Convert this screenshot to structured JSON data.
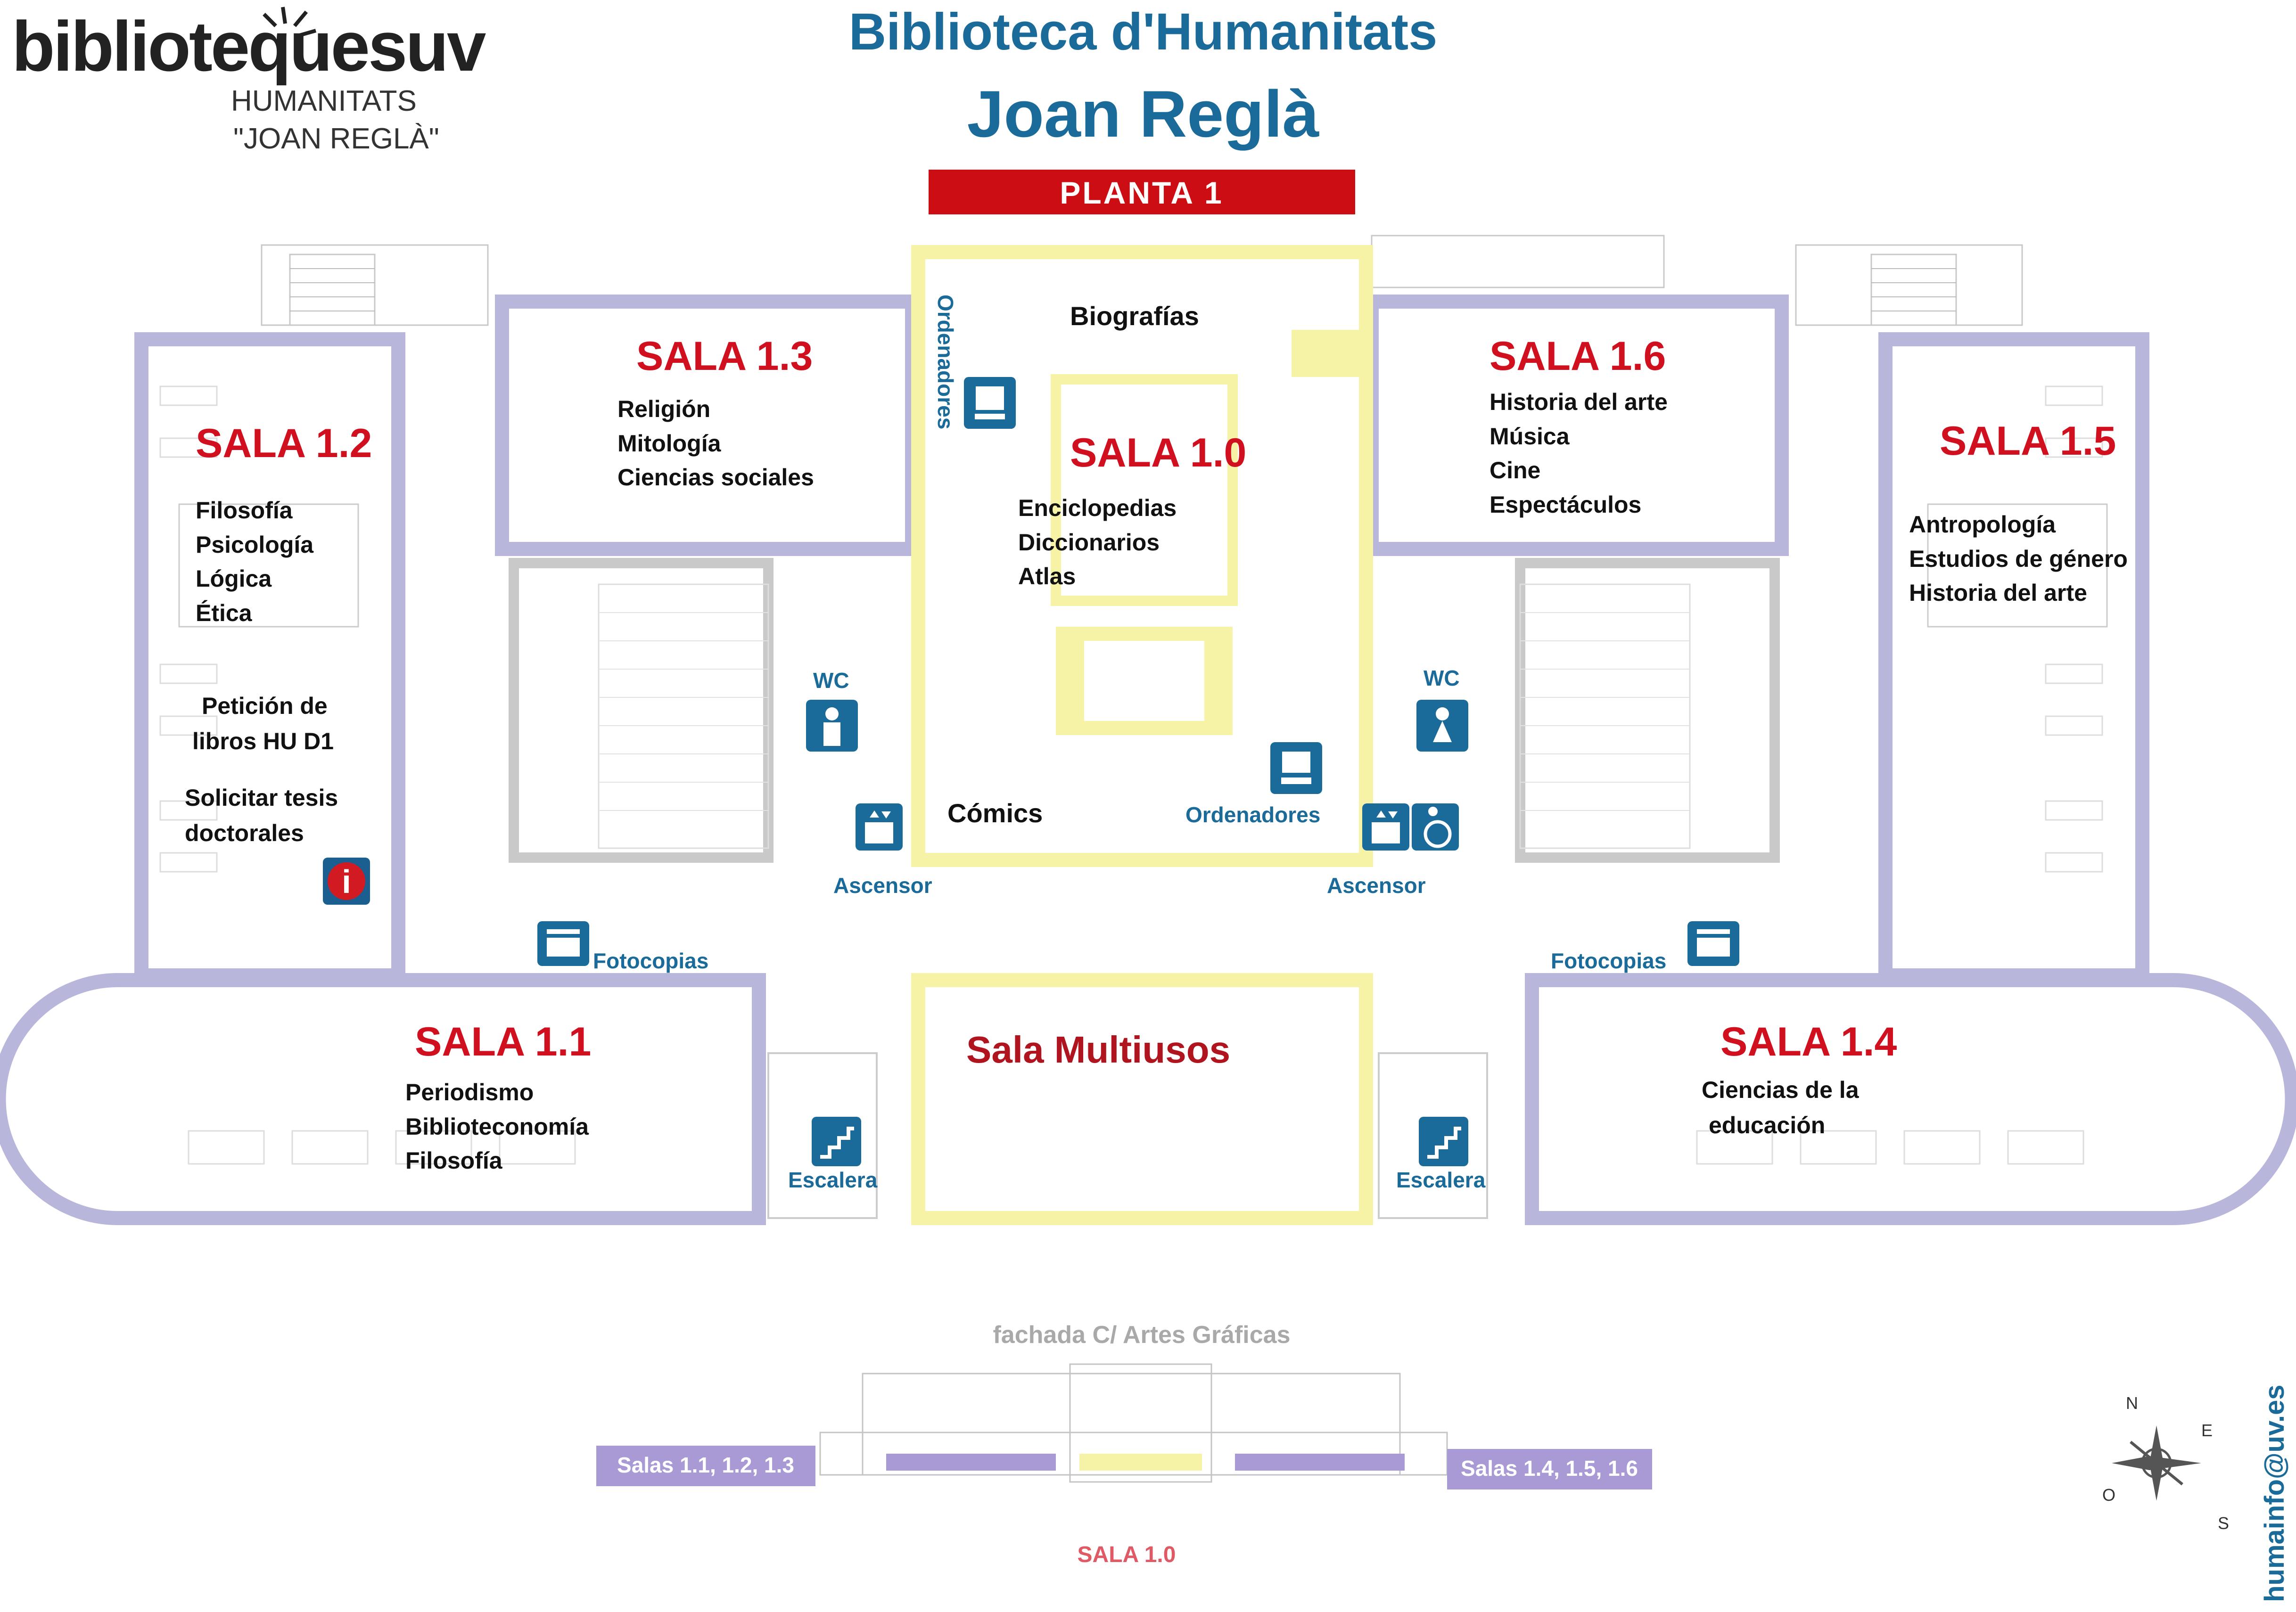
{
  "logo": {
    "brand": "bibliotequesuv",
    "line1": "HUMANITATS",
    "line2": "\"JOAN REGLÀ\""
  },
  "header": {
    "title_line1": "Biblioteca d'Humanitats",
    "title_line2": "Joan Reglà",
    "floor_label": "PLANTA 1"
  },
  "colors": {
    "title_blue": "#1a6a9a",
    "sala_red": "#d0101e",
    "banner_red": "#cc0d14",
    "wall_lavender": "#b8b6db",
    "wall_yellow": "#f6f3a6",
    "facade_lavender": "#a99ad6",
    "sala10_pink": "#e05a66"
  },
  "rooms": {
    "sala_1_0": {
      "name": "SALA 1.0",
      "topics": [
        "Enciclopedias",
        "Diccionarios",
        "Atlas"
      ]
    },
    "sala_1_1": {
      "name": "SALA 1.1",
      "topics": [
        "Periodismo",
        "Biblioteconomía",
        "Filosofía"
      ]
    },
    "sala_1_2": {
      "name": "SALA 1.2",
      "topics": [
        "Filosofía",
        "Psicología",
        "Lógica",
        "Ética"
      ]
    },
    "sala_1_3": {
      "name": "SALA 1.3",
      "topics": [
        "Religión",
        "Mitología",
        "Ciencias sociales"
      ]
    },
    "sala_1_4": {
      "name": "SALA 1.4",
      "topics": [
        "Ciencias de la",
        "educación"
      ]
    },
    "sala_1_5": {
      "name": "SALA 1.5",
      "topics": [
        "Antropología",
        "Estudios de género",
        "Historia del arte"
      ]
    },
    "sala_1_6": {
      "name": "SALA 1.6",
      "topics": [
        "Historia del arte",
        "Música",
        "Cine",
        "Espectáculos"
      ]
    },
    "multiusos": {
      "name": "Sala Multiusos"
    }
  },
  "labels": {
    "biografias": "Biografías",
    "comics": "Cómics",
    "ordenadores_vertical": "Ordenadores",
    "ordenadores": "Ordenadores",
    "wc_left": "WC",
    "wc_right": "WC",
    "ascensor_left": "Ascensor",
    "ascensor_right": "Ascensor",
    "fotocopias_left": "Fotocopias",
    "fotocopias_right": "Fotocopias",
    "escalera_left": "Escalera",
    "escalera_right": "Escalera",
    "peticion_line1": "Petición de",
    "peticion_line2": "libros HU D1",
    "tesis_line1": "Solicitar tesis",
    "tesis_line2": "doctorales"
  },
  "facade": {
    "caption": "fachada C/ Artes Gráficas",
    "left_tag": "Salas 1.1, 1.2, 1.3",
    "right_tag": "Salas 1.4, 1.5, 1.6",
    "center_label": "SALA 1.0"
  },
  "compass": {
    "n": "N",
    "e": "E",
    "s": "S",
    "o": "O"
  },
  "contact": {
    "email": "humainfo@uv.es"
  },
  "icons": [
    "computer-icon",
    "info-icon",
    "wc-men-icon",
    "wc-women-icon",
    "elevator-icon",
    "wheelchair-icon",
    "photocopier-icon",
    "stairs-icon",
    "compass-rose-icon"
  ]
}
